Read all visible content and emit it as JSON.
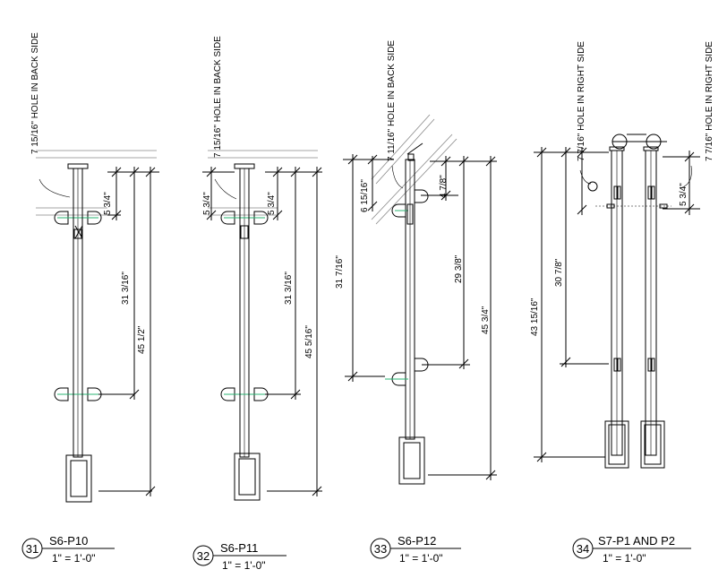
{
  "details": [
    {
      "number": "31",
      "title": "S6-P10",
      "scale": "1\" = 1'-0\"",
      "note": "7 15/16\" HOLE IN BACK SIDE",
      "dims": [
        "5 3/4\"",
        "31 3/16\"",
        "45 1/2\""
      ]
    },
    {
      "number": "32",
      "title": "S6-P11",
      "scale": "1\" = 1'-0\"",
      "note": "7 15/16\" HOLE IN BACK SIDE",
      "dims": [
        "5 3/4\"",
        "5 3/4\"",
        "31 3/16\"",
        "45 5/16\""
      ]
    },
    {
      "number": "33",
      "title": "S6-P12",
      "scale": "1\" = 1'-0\"",
      "note": "7 11/16\" HOLE IN BACK SIDE",
      "dims": [
        "6 15/16\"",
        "4 7/8\"",
        "31 7/16\"",
        "29 3/8\"",
        "45 3/4\""
      ]
    },
    {
      "number": "34",
      "title": "S7-P1 AND P2",
      "scale": "1\" = 1'-0\"",
      "notes": [
        "7 7/16\" HOLE IN RIGHT SIDE",
        "7 7/16\" HOLE IN RIGHT SIDE"
      ],
      "dims": [
        "5 3/4\"",
        "30 7/8\"",
        "43 15/16\""
      ]
    }
  ]
}
